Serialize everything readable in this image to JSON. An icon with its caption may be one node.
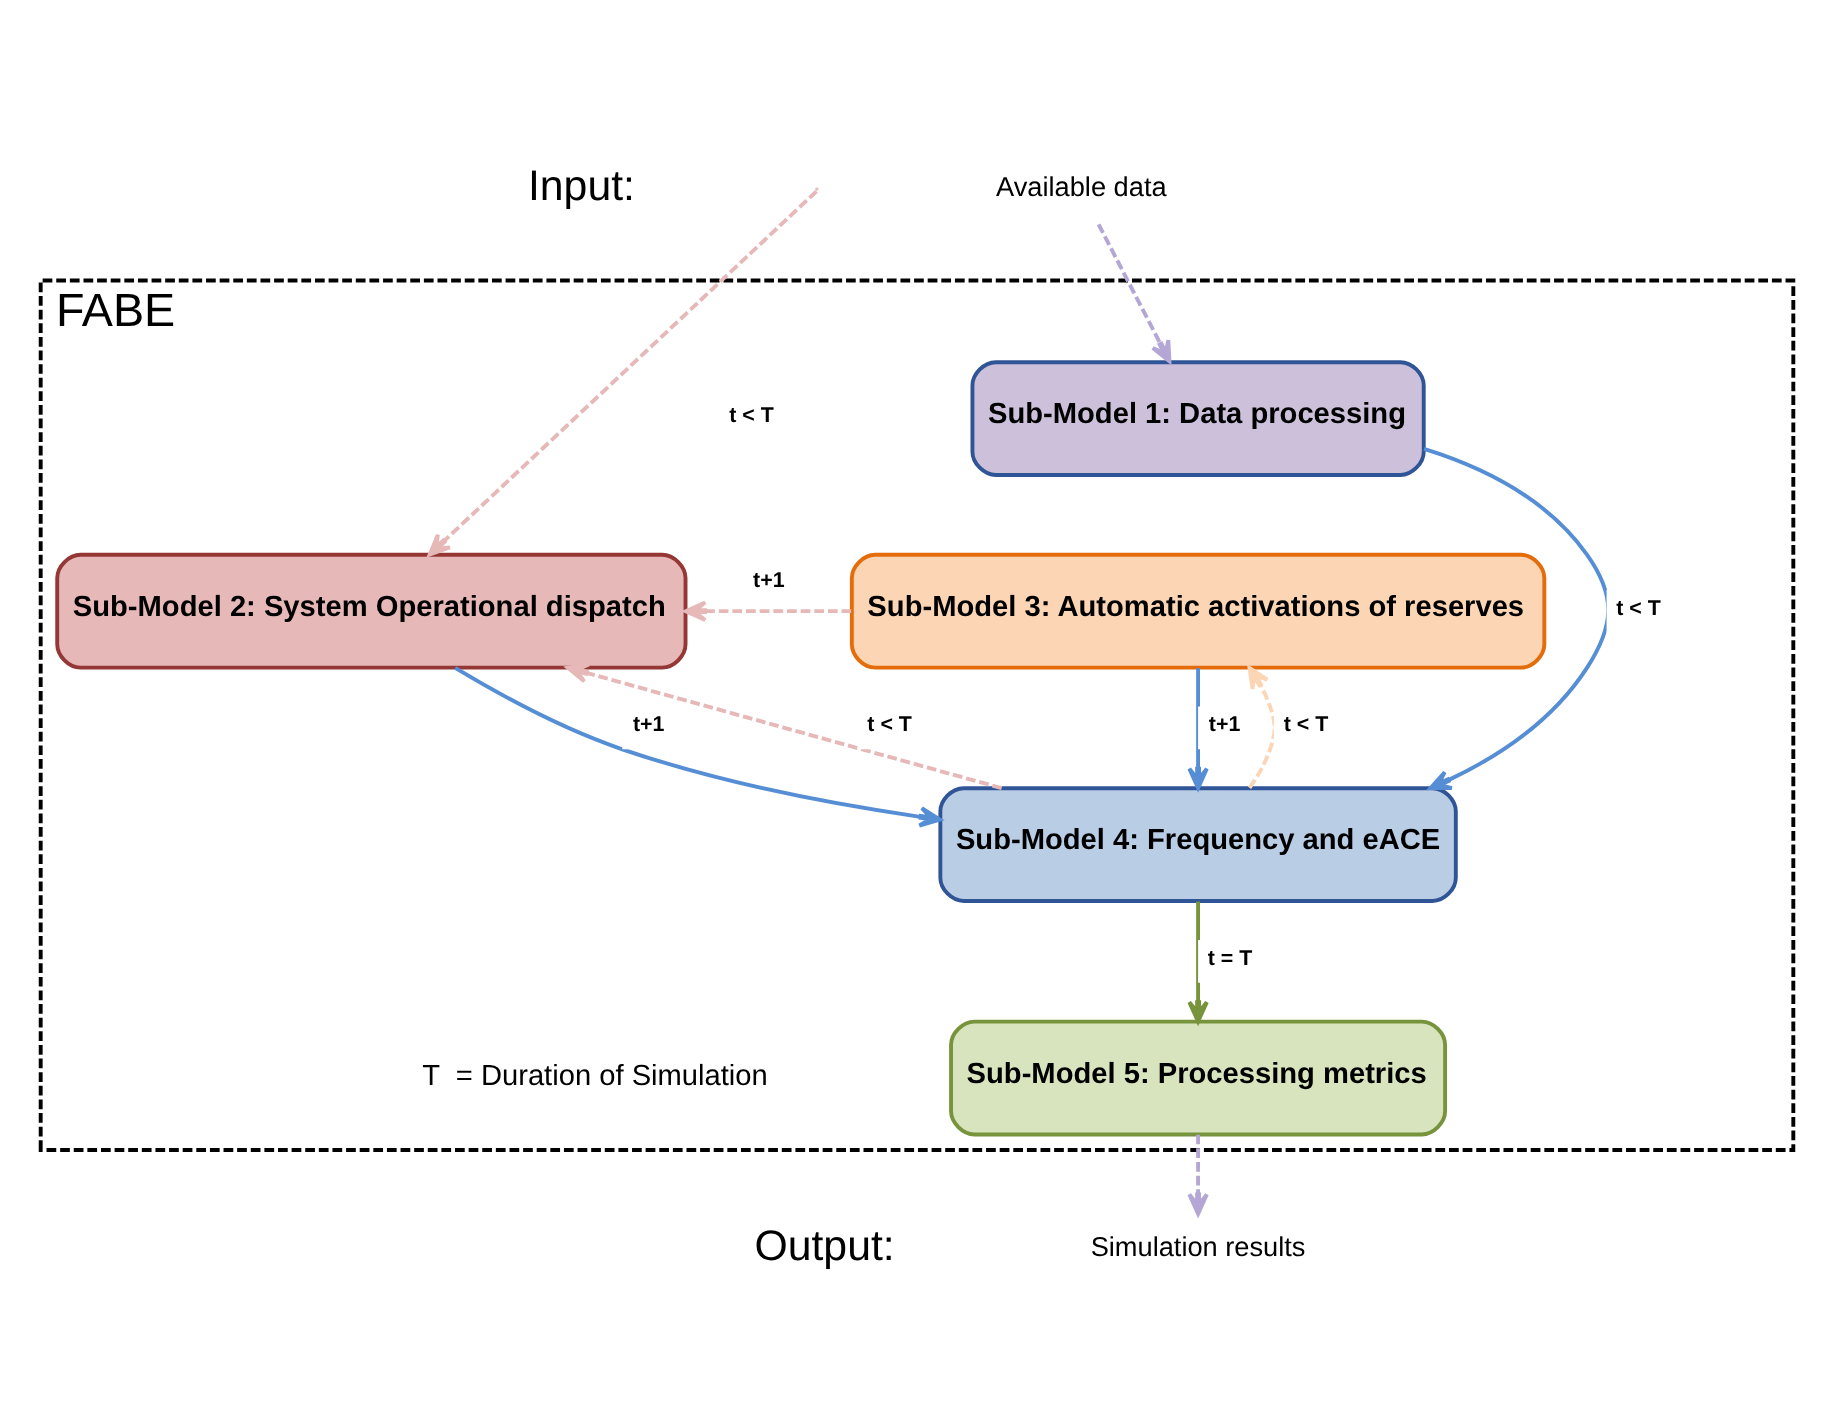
{
  "diagram": {
    "nodes": [
      {
        "text": [
          "FABE"
        ]
      },
      {
        "text": [
          "Available data"
        ]
      },
      {
        "text": [
          "Sub-Model 1: Data processing"
        ],
        "in": 0
      },
      {
        "text": [
          "Sub-Model 2: System Operational dispatch"
        ],
        "in": 0
      },
      {
        "text": [
          "Sub-Model 3: Automatic activations of reserves"
        ],
        "in": 0
      },
      {
        "text": [
          "Sub-Model 4: Frequency and eACE"
        ],
        "in": 0
      },
      {
        "text": [
          "Sub-Model 5: Processing metrics"
        ],
        "in": 0
      },
      {
        "text": [
          "Simulation results"
        ]
      }
    ],
    "edges": [
      {
        "from": 1,
        "to": 2,
        "arrow": "to",
        "style": "dashed",
        "color": "#b4a7d6"
      },
      {
        "from": null,
        "to": 3,
        "arrow": "to",
        "label": "t < T",
        "style": "dashed",
        "color": "#e6b8b7"
      },
      {
        "from": 2,
        "to": 5,
        "arrow": "to",
        "label": "t < T",
        "color": "#558ed5"
      },
      {
        "from": 4,
        "to": 3,
        "arrow": "to",
        "label": "t+1",
        "style": "dashed",
        "color": "#e6b8b7"
      },
      {
        "from": 3,
        "to": 5,
        "arrow": "to",
        "label": "t+1",
        "color": "#558ed5"
      },
      {
        "from": 4,
        "to": 5,
        "arrow": "to",
        "label": "t+1",
        "color": "#558ed5"
      },
      {
        "from": 5,
        "to": 3,
        "arrow": "to",
        "label": "t < T",
        "style": "dashed",
        "color": "#e6b8b7"
      },
      {
        "from": 5,
        "to": 4,
        "arrow": "to",
        "label": "t < T",
        "style": "dashed",
        "color": "#fcd5b5"
      },
      {
        "from": 5,
        "to": 6,
        "arrow": "to",
        "label": "t = T",
        "color": "#77933c"
      },
      {
        "from": 6,
        "to": 7,
        "arrow": "to",
        "style": "dashed",
        "color": "#b4a7d6"
      }
    ],
    "labels": [
      "Input:",
      "T  = Duration of Simulation",
      "Output:"
    ]
  }
}
